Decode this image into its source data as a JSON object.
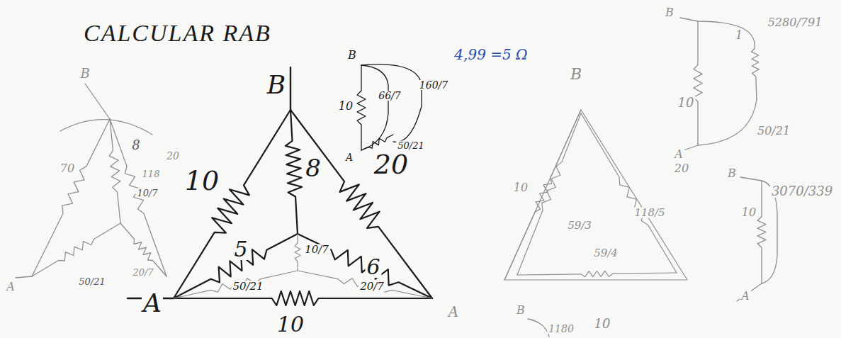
{
  "diagram": {
    "title": "CALCULAR RAB",
    "labels": [
      "B",
      "A",
      "10",
      "8",
      "20",
      "5",
      "10/7",
      "6",
      "50/21",
      "20/7",
      "10",
      "A",
      "B",
      "70",
      "8",
      "20",
      "118",
      "10/7",
      "50/21",
      "20/7",
      "A",
      "B",
      "10",
      "66/7",
      "160/7",
      "A",
      "50/21",
      "4,99 =5 Ω",
      "B",
      "10",
      "20",
      "59/3",
      "118/5",
      "59/4",
      "10",
      "B",
      "1",
      "5280/791",
      "10",
      "A",
      "50/21",
      "B",
      "10",
      "3070/339",
      "A",
      "B",
      "1180"
    ]
  }
}
